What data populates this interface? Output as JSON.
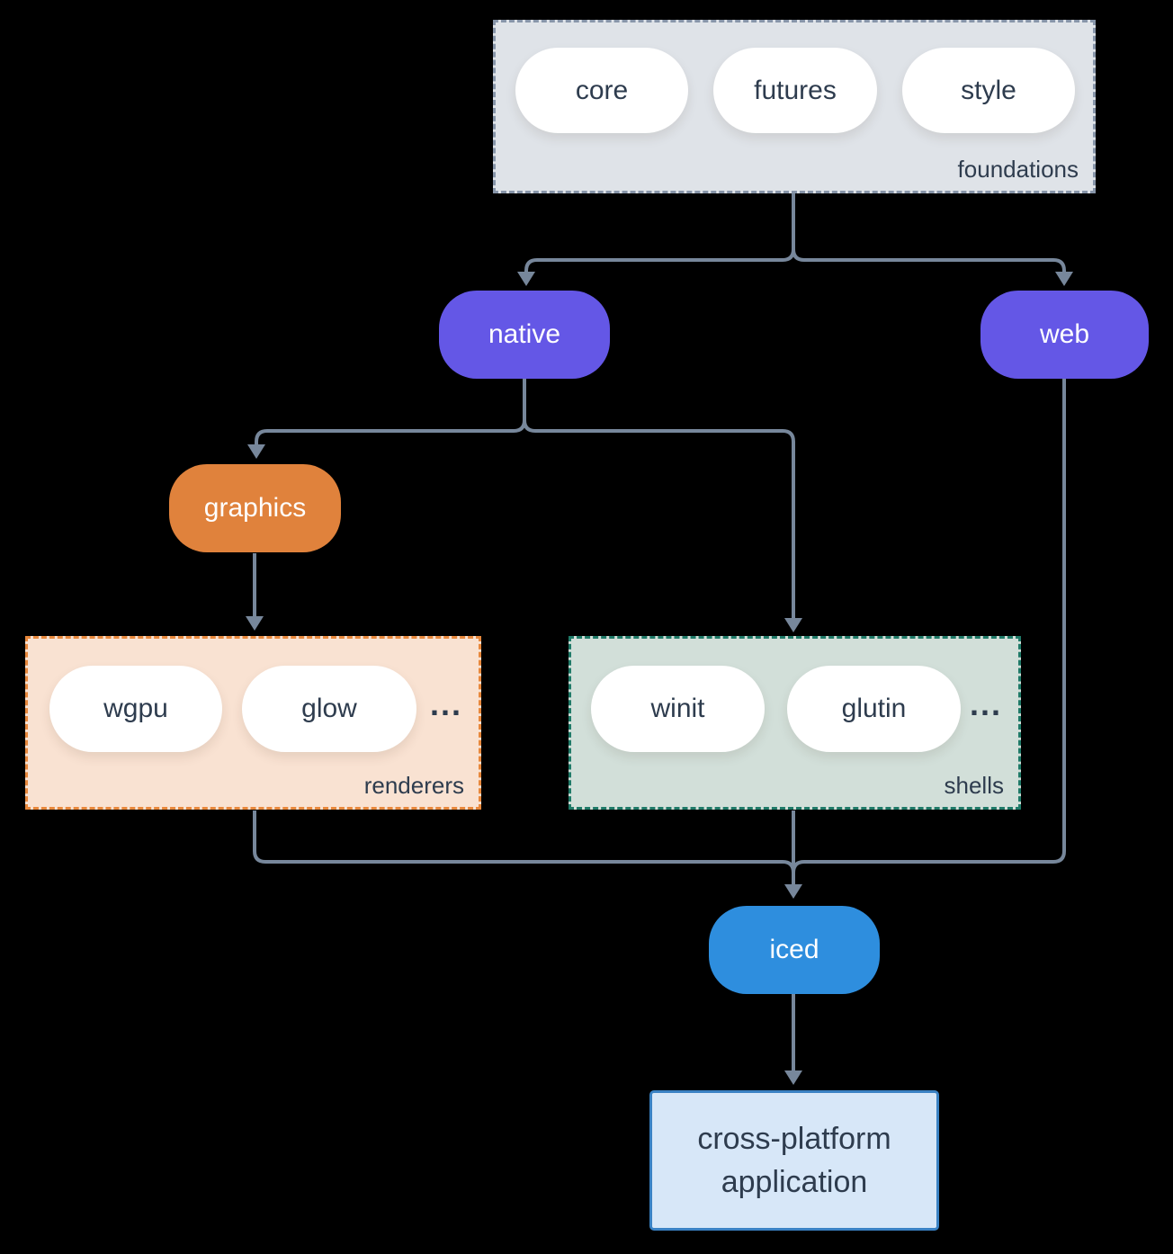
{
  "colors": {
    "background": "#000000",
    "connector": "#77879b",
    "text": "#2e3c4e",
    "node_purple": "#6457e6",
    "node_orange": "#e0823c",
    "node_blue": "#2e8ede",
    "foundations_fill": "#dfe3e8",
    "foundations_border": "#8795a9",
    "renderers_fill": "#f9e2d2",
    "renderers_border": "#e8883c",
    "shells_fill": "#d2dfd9",
    "shells_border": "#1f7a68",
    "app_fill": "#d7e7f8",
    "app_border": "#3a82c4"
  },
  "groups": {
    "foundations": {
      "label": "foundations",
      "pills": [
        "core",
        "futures",
        "style"
      ]
    },
    "renderers": {
      "label": "renderers",
      "pills": [
        "wgpu",
        "glow"
      ],
      "ellipsis": "..."
    },
    "shells": {
      "label": "shells",
      "pills": [
        "winit",
        "glutin"
      ],
      "ellipsis": "..."
    }
  },
  "nodes": {
    "native": {
      "label": "native"
    },
    "web": {
      "label": "web"
    },
    "graphics": {
      "label": "graphics"
    },
    "iced": {
      "label": "iced"
    }
  },
  "app_box": {
    "line1": "cross-platform",
    "line2": "application"
  }
}
